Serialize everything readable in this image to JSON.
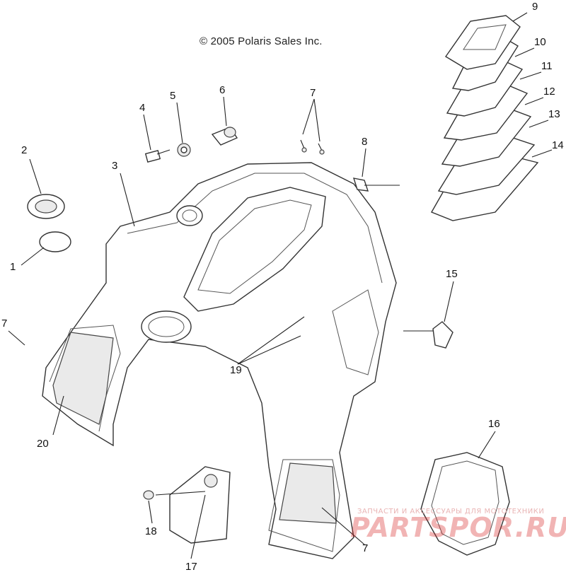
{
  "copyright": "© 2005 Polaris Sales Inc.",
  "callouts": [
    {
      "id": "1",
      "label": "1"
    },
    {
      "id": "2",
      "label": "2"
    },
    {
      "id": "3",
      "label": "3"
    },
    {
      "id": "4",
      "label": "4"
    },
    {
      "id": "5",
      "label": "5"
    },
    {
      "id": "6",
      "label": "6"
    },
    {
      "id": "7a",
      "label": "7"
    },
    {
      "id": "7b",
      "label": "7"
    },
    {
      "id": "7c",
      "label": "7"
    },
    {
      "id": "8",
      "label": "8"
    },
    {
      "id": "9",
      "label": "9"
    },
    {
      "id": "10",
      "label": "10"
    },
    {
      "id": "11",
      "label": "11"
    },
    {
      "id": "12",
      "label": "12"
    },
    {
      "id": "13",
      "label": "13"
    },
    {
      "id": "14",
      "label": "14"
    },
    {
      "id": "15",
      "label": "15"
    },
    {
      "id": "16",
      "label": "16"
    },
    {
      "id": "17",
      "label": "17"
    },
    {
      "id": "18",
      "label": "18"
    },
    {
      "id": "19",
      "label": "19"
    },
    {
      "id": "20",
      "label": "20"
    }
  ],
  "watermark": {
    "small": "ЗАПЧАСТИ И АКСЕССУАРЫ ДЛЯ МОТОТЕХНИКИ",
    "big": "PARTSPOR.RU"
  }
}
